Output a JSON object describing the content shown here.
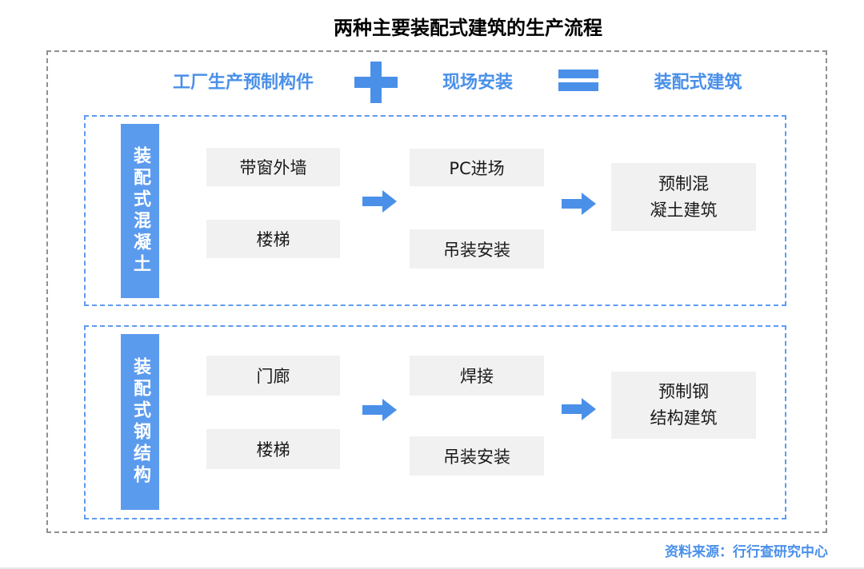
{
  "title": "两种主要装配式建筑的生产流程",
  "colors": {
    "accent": "#4a90e9",
    "label_fill": "#5b9bee",
    "section_border": "#5e9bf0",
    "box_fill": "#f1f1f1",
    "outer_border": "#909090"
  },
  "formula": {
    "factory": "工厂生产预制构件",
    "plus_icon": "plus-icon",
    "site": "现场安装",
    "equals_icon": "equals-icon",
    "result": "装配式建筑"
  },
  "sections": [
    {
      "label": "装配式混凝土",
      "components": [
        "带窗外墙",
        "楼梯"
      ],
      "site_steps": [
        "PC进场",
        "吊装安装"
      ],
      "output_line1": "预制混",
      "output_line2": "凝土建筑"
    },
    {
      "label": "装配式钢结构",
      "components": [
        "门廊",
        "楼梯"
      ],
      "site_steps": [
        "焊接",
        "吊装安装"
      ],
      "output_line1": "预制钢",
      "output_line2": "结构建筑"
    }
  ],
  "source": "资料来源：行行查研究中心"
}
